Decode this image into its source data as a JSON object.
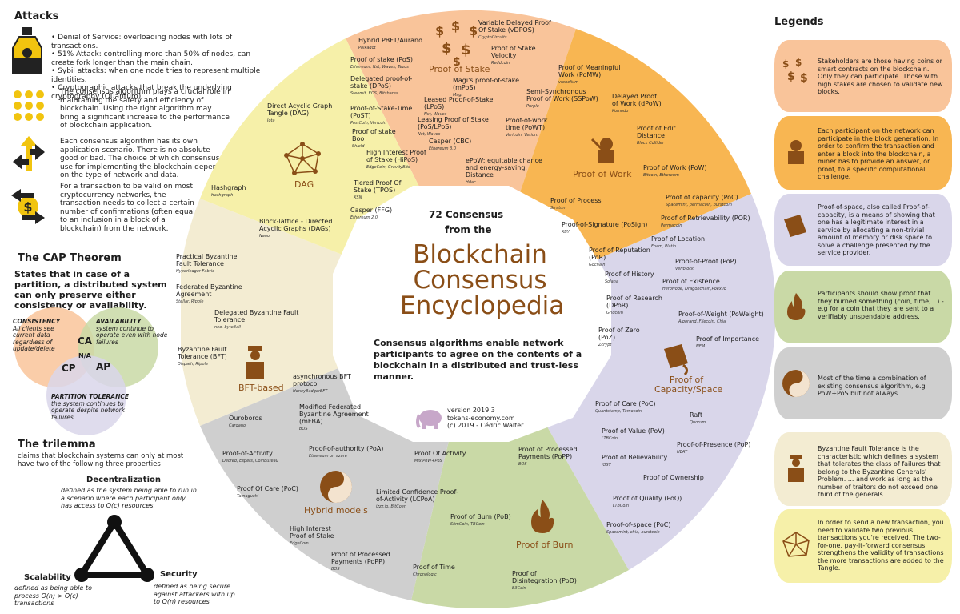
{
  "left": {
    "attacks_title": "Attacks",
    "attacks": [
      "• Denial of Service: overloading nodes with lots of transactions.",
      "• 51% Attack: controlling more than 50% of nodes, can create fork longer than the main chain.",
      "• Sybil attacks: when one node tries to represent multiple identities.",
      "• Cryptographic attacks that break the underlying cryptography (Quantum)."
    ],
    "role": "The consensus algorithm plays a crucial role in maintaining the safety and efficiency of blockchain. Using the right algorithm may bring a significant increase to the performance of blockchain application.",
    "scenario": "Each consensus algorithm has its own application scenario. There is no absolute good or bad. The choice of which consensus to use for implementing the blockchain depends on the type of network and data.",
    "confirm": "For a transaction to be valid on most cryptocurrency networks, the transaction needs to collect a certain number of confirmations (often equals to an inclusion in a block of a blockchain) from the network.",
    "cap_title": "The CAP Theorem",
    "cap_text": "States that in case of a partition, a distributed system can only preserve either consistency or availability.",
    "consistency": "CONSISTENCY",
    "consistency_d": "All clients see current data regardless of update/delete",
    "availability": "AVAILABILITY",
    "availability_d": "system continue to operate even with node failures",
    "ca": "CA",
    "na": "N/A",
    "cp": "CP",
    "ap": "AP",
    "partition": "PARTITION TOLERANCE",
    "partition_d": "the system continues to operate despite network failures",
    "trilemma_title": "The trilemma",
    "trilemma_text": "claims that blockchain systems can only at most have two of the following three properties",
    "decentral": "Decentralization",
    "decentral_d": "defined as the system being able to run in a scenario where each participant only has access to O(c) resources,",
    "scal": "Scalability",
    "scal_d": "defined as being able to process O(n) > O(c) transactions",
    "sec": "Security",
    "sec_d": "defined as being secure against attackers with up to O(n) resources"
  },
  "center": {
    "line1": "72 Consensus",
    "line2": "from the",
    "title1": "Blockchain",
    "title2": "Consensus",
    "title3": "Encyclopedia",
    "desc": "Consensus algorithms enable network participants to agree on the contents of a blockchain in a distributed and trust-less manner.",
    "version": "version 2019.3",
    "site": "tokens-economy.com",
    "copy": "(c) 2019 - Cédric Walter"
  },
  "segments": {
    "stake": "Proof of Stake",
    "work": "Proof of Work",
    "capacity": "Proof of Capacity/Space",
    "burn": "Proof of Burn",
    "hybrid": "Hybrid models",
    "bft": "BFT-based",
    "dag": "DAG"
  },
  "items": [
    {
      "t": "Hybrid PBFT/Aurand",
      "s": "Polkadot"
    },
    {
      "t": "Proof of stake (PoS)",
      "s": "Ethereum, Nxt, Waves, Tezos"
    },
    {
      "t": "Delegated proof-of-stake (DPoS)",
      "s": "Steemit, EOS, Bitshares"
    },
    {
      "t": "Proof-of-Stake-Time (PoST)",
      "s": "PostCoin, Vericoin"
    },
    {
      "t": "Proof of stake Boo",
      "s": "Shield"
    },
    {
      "t": "High Interest Proof of Stake (HiPoS)",
      "s": "EdgeCoin, GravityBits"
    },
    {
      "t": "Tiered Proof Of Stake (TPOS)",
      "s": "XSN"
    },
    {
      "t": "Casper (FFG)",
      "s": "Ethereum 2.0"
    },
    {
      "t": "Variable Delayed Proof Of Stake (vDPOS)",
      "s": "CryptoCircuits"
    },
    {
      "t": "Proof of Stake Velocity",
      "s": "Reddcoin"
    },
    {
      "t": "Magi's proof-of-stake (mPoS)",
      "s": "Magi"
    },
    {
      "t": "Leased Proof-of-Stake (LPoS)",
      "s": "Nxt, Waves"
    },
    {
      "t": "Leasing Proof of Stake (PoS/LPoS)",
      "s": "Nxt, Waves"
    },
    {
      "t": "Casper (CBC)",
      "s": "Ethereum 3.0"
    },
    {
      "t": "Proof of Meaningful Work (PoMW)",
      "s": "vrenelium"
    },
    {
      "t": "Semi-Synchronous Proof of Work (SSPoW)",
      "s": "Purple"
    },
    {
      "t": "Delayed Proof of Work (dPoW)",
      "s": "Komodo"
    },
    {
      "t": "Proof-of-work time (PoWT)",
      "s": "Vericoin, Verium"
    },
    {
      "t": "Proof of Edit Distance",
      "s": "Block Collider"
    },
    {
      "t": "ePoW: equitable chance and energy-saving. Distance",
      "s": "Hdac"
    },
    {
      "t": "Proof of Work (PoW)",
      "s": "Bitcoin, Ethereum"
    },
    {
      "t": "Proof of Process",
      "s": "Stratum"
    },
    {
      "t": "Proof of capacity (PoC)",
      "s": "Spacemint, permacoin, burstcoin"
    },
    {
      "t": "Proof-of-Signature (PoSign)",
      "s": "XBY"
    },
    {
      "t": "Proof of Retrievability (POR)",
      "s": "Permacoin"
    },
    {
      "t": "Proof of Location",
      "s": "Foam, Platin"
    },
    {
      "t": "Proof of Reputation (PoR)",
      "s": "Gochain"
    },
    {
      "t": "Proof-of-Proof (PoP)",
      "s": "Veriblock"
    },
    {
      "t": "Proof of History",
      "s": "Solana"
    },
    {
      "t": "Proof of Existence",
      "s": "HeroNode, Dragonchain,Poex.io"
    },
    {
      "t": "Proof of Research (DPoR)",
      "s": "Gridcoin"
    },
    {
      "t": "Proof-of-Weight (PoWeight)",
      "s": "Algorand, Filecoin, Chia"
    },
    {
      "t": "Proof of Zero (PoZ)",
      "s": "Zcrypt"
    },
    {
      "t": "Proof of Importance",
      "s": "NEM"
    },
    {
      "t": "Proof of Care (PoC)",
      "s": "Quantstamp, Tamocoin"
    },
    {
      "t": "Raft",
      "s": "Quorum"
    },
    {
      "t": "Proof of Value (PoV)",
      "s": "LTBCoin"
    },
    {
      "t": "Proof-of-Presence (PoP)",
      "s": "HEAT"
    },
    {
      "t": "Proof of Believability",
      "s": "IOST"
    },
    {
      "t": "Proof of Ownership",
      "s": ""
    },
    {
      "t": "Proof of Quality (PoQ)",
      "s": "LTBCoin"
    },
    {
      "t": "Proof-of-space (PoC)",
      "s": "Spacemint, chia, burstcoin"
    },
    {
      "t": "Proof of Processed Payments (PoPP)",
      "s": "BOS"
    },
    {
      "t": "Proof of Burn (PoB)",
      "s": "SlimCoin, TBCoin"
    },
    {
      "t": "Proof of Time",
      "s": "Chronologic"
    },
    {
      "t": "Proof of Disintegration (PoD)",
      "s": "B3Coin"
    },
    {
      "t": "Proof-of-Activity",
      "s": "Decred, Espers, Coinbureau"
    },
    {
      "t": "Proof-of-authority (PoA)",
      "s": "Ethereum on azure"
    },
    {
      "t": "Proof Of Activity",
      "s": "Mix PoW+PoS"
    },
    {
      "t": "Proof Of Care (PoC)",
      "s": "Tamaguchi"
    },
    {
      "t": "Limited Confidence Proof-of-Activity (LCPoA)",
      "s": "izzz.io, BitCoen"
    },
    {
      "t": "High Interest Proof of Stake",
      "s": "EdgeCoin"
    },
    {
      "t": "Proof of Processed Payments (PoPP)",
      "s": "BOS"
    },
    {
      "t": "Practical Byzantine Fault Tolerance",
      "s": "Hyperledger Fabric"
    },
    {
      "t": "Federated Byzantine Agreement",
      "s": "Stellar, Ripple"
    },
    {
      "t": "Delegated Byzantine Fault Tolerance",
      "s": "neo, byteBall"
    },
    {
      "t": "Byzantine Fault Tolerance (BFT)",
      "s": "Dispath, Ripple"
    },
    {
      "t": "asynchronous BFT protocol",
      "s": "HoneyBadgerBFT"
    },
    {
      "t": "Modified Federated Byzantine Agreement (mFBA)",
      "s": "BOS"
    },
    {
      "t": "Ouroboros",
      "s": "Cardano"
    },
    {
      "t": "Direct Acyclic Graph Tangle (DAG)",
      "s": "Iota"
    },
    {
      "t": "Hashgraph",
      "s": "Hashgraph"
    },
    {
      "t": "Block-lattice - Directed Acyclic Graphs (DAGs)",
      "s": "Nano"
    }
  ],
  "legends": {
    "title": "Legends",
    "stake": "Stakeholders are those having coins or smart contracts on the blockchain. Only they can participate. Those with high stakes are chosen to validate new blocks.",
    "work": "Each participant on the network can participate in the block generation. In order to confirm the transaction and enter a block into the blockchain, a miner has to provide an answer, or proof, to a specific computational challenge.",
    "space": "Proof-of-space, also called Proof-of-capacity, is a means of showing that one has a legitimate interest in a service by allocating a non-trivial amount of memory or disk space to solve a challenge presented by the service provider.",
    "burn": "Participants should show proof that they burned something (coin, time,...) - e.g for a coin that they are sent to a verifiably unspendable address.",
    "hybrid": "Most of the time a combination of existing consensus algorithm, e.g PoW+PoS but not always...",
    "bft": "Byzantine Fault Tolerance is the characteristic which defines a system that tolerates the class of failures that belong to the Byzantine Generals' Problem. ... and work as long as the number of traitors do not exceed one third of the generals.",
    "dag": "In order to send a new transaction, you need to validate two previous transactions you're received. The two-for-one, pay-it-forward consensus strengthens the validity of transactions the more transactions are added to the Tangle."
  },
  "colors": {
    "stake": "#f9c49a",
    "work": "#f7b64c",
    "capacity": "#d9d6ea",
    "burn": "#c9d9a6",
    "hybrid": "#cfcfcf",
    "bft": "#f3ecd2",
    "dag": "#f6f0a9",
    "brown": "#8a4e17"
  }
}
